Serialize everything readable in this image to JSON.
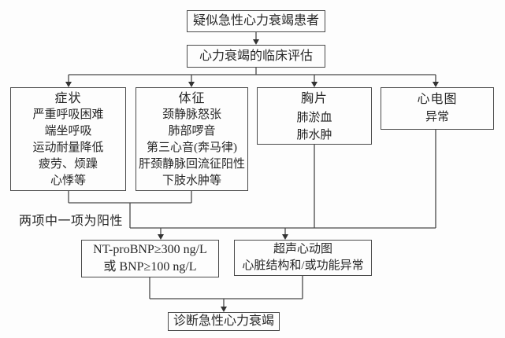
{
  "flow": {
    "start": "疑似急性心力衰竭患者",
    "assessment": "心力衰竭的临床评估",
    "symptoms": {
      "title": "症状",
      "items": [
        "严重呼吸困难",
        "端坐呼吸",
        "运动耐量降低",
        "疲劳、烦躁",
        "心悸等"
      ]
    },
    "signs": {
      "title": "体征",
      "items": [
        "颈静脉怒张",
        "肺部啰音",
        "第三心音(奔马律)",
        "肝颈静脉回流征阳性",
        "下肢水肿等"
      ]
    },
    "chest_xray": {
      "title": "胸片",
      "items": [
        "肺淤血",
        "肺水肿"
      ]
    },
    "ecg": {
      "title": "心电图",
      "items": [
        "异常"
      ]
    },
    "criteria_label": "两项中一项为阳性",
    "bnp": {
      "line1": "NT-proBNP≥300 ng/L",
      "line2": "或 BNP≥100 ng/L"
    },
    "echo": {
      "line1": "超声心动图",
      "line2": "心脏结构和/或功能异常"
    },
    "diagnosis": "诊断急性心力衰竭",
    "colors": {
      "line": "#4a4a4a",
      "text": "#262626",
      "background": "#fdfdfd"
    }
  }
}
